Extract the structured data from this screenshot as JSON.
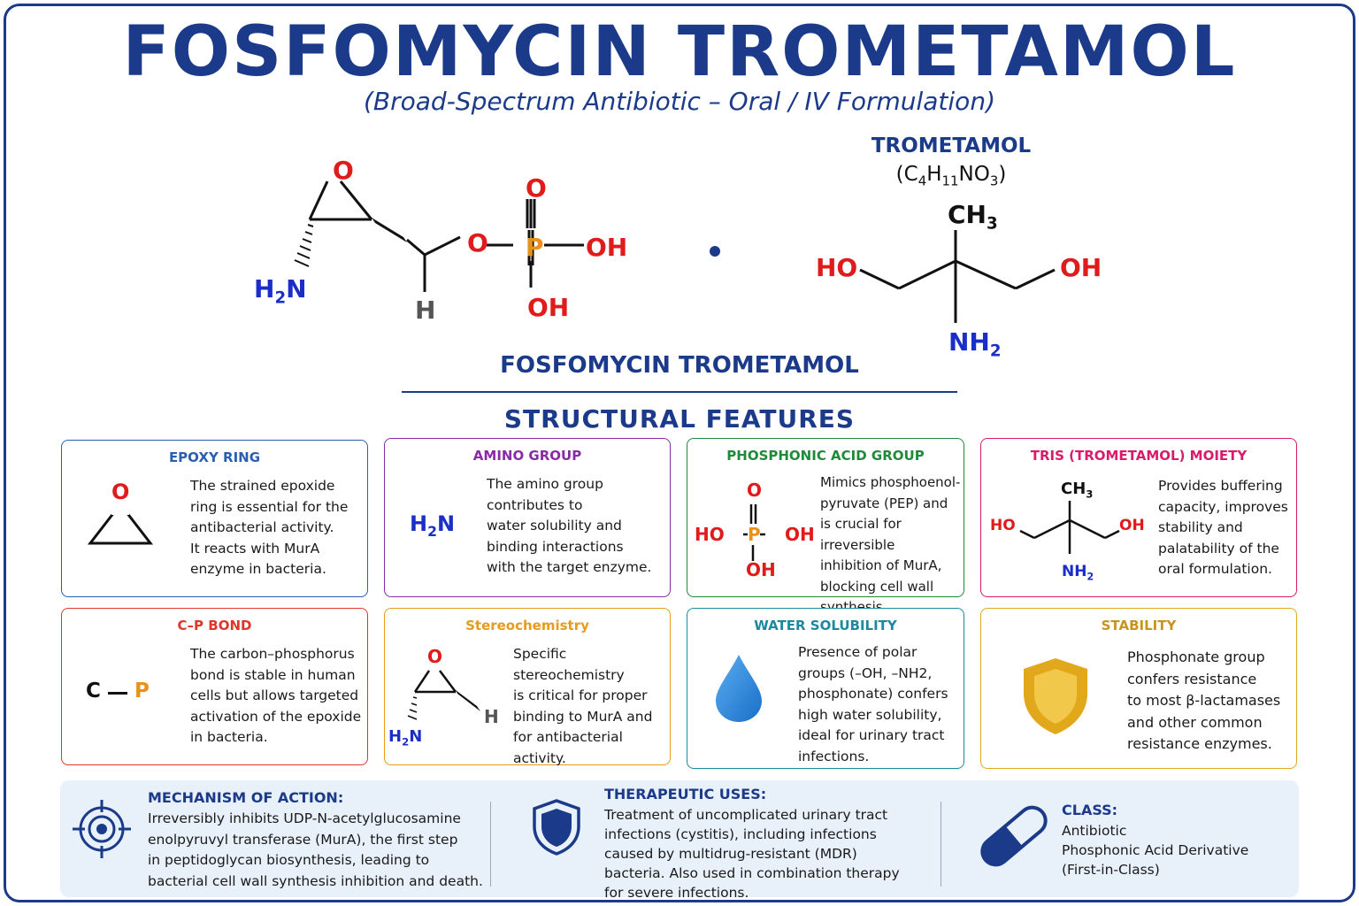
{
  "title": "FOSFOMYCIN TROMETAMOL",
  "subtitle": "(Broad-Spectrum Antibiotic – Oral / IV Formulation)",
  "fosfomycin": {
    "atoms": {
      "o_ring": "O",
      "h2n": "H2N",
      "h": "H",
      "o_link": "O",
      "p": "P",
      "o_top": "O",
      "oh_right": "OH",
      "oh_bottom": "OH"
    }
  },
  "trometamol": {
    "title": "TROMETAMOL",
    "formula": "(C4H11NO3)",
    "atoms": {
      "ch3": "CH3",
      "ho_left": "HO",
      "oh_right": "OH",
      "nh2": "NH2"
    }
  },
  "molecule_caption": "FOSFOMYCIN TROMETAMOL",
  "structural_title": "STRUCTURAL FEATURES",
  "colors": {
    "navy": "#1b3a8a",
    "red": "#e01b1b",
    "blue": "#1b2fc8",
    "orange": "#e8921a"
  },
  "cards": {
    "epoxy": {
      "title": "EPOXY RING",
      "text": "The strained epoxide\nring is essential for the\nantibacterial activity.\nIt reacts with MurA\nenzyme in bacteria.",
      "icon_atom": "O",
      "color": "#2a5fb0"
    },
    "amino": {
      "title": "AMINO GROUP",
      "text": "The amino group\ncontributes to\nwater solubility and\nbinding interactions\nwith the target enzyme.",
      "icon_atom": "H2N",
      "color": "#8a2aa8"
    },
    "phosphonic": {
      "title": "PHOSPHONIC ACID GROUP",
      "text": "Mimics phosphoenol-\npyruvate (PEP) and\nis crucial for irreversible\ninhibition of MurA,\nblocking cell wall\nsynthesis.",
      "icon_atoms": {
        "o": "O",
        "ho": "HO",
        "p": "P",
        "oh_r": "OH",
        "oh_b": "OH"
      },
      "color": "#1e8a3a"
    },
    "tris": {
      "title": "TRIS (TROMETAMOL) MOIETY",
      "text": "Provides buffering\ncapacity, improves\nstability and\npalatability of the\noral formulation.",
      "icon_atoms": {
        "ch3": "CH3",
        "ho": "HO",
        "oh": "OH",
        "nh2": "NH2"
      },
      "color": "#d81b6a"
    },
    "cp": {
      "title": "C–P BOND",
      "text": "The carbon–phosphorus\nbond is stable in human\ncells but allows targeted\nactivation of the epoxide\nin bacteria.",
      "icon_atoms": {
        "c": "C",
        "p": "P"
      },
      "color": "#e0352b"
    },
    "stereo": {
      "title": "Stereochemistry",
      "text": "Specific stereochemistry\nis critical for proper\nbinding to MurA and\nfor antibacterial\nactivity.",
      "icon_atoms": {
        "o": "O",
        "h": "H",
        "h2n": "H2N"
      },
      "color": "#e89a1a"
    },
    "water": {
      "title": "WATER SOLUBILITY",
      "text": "Presence of polar\ngroups (–OH, –NH2,\nphosphonate) confers\nhigh water solubility,\nideal for urinary tract\ninfections.",
      "icon": "water-drop-icon",
      "color": "#1a8aa0"
    },
    "stability": {
      "title": "STABILITY",
      "text": "Phosphonate group\nconfers resistance\nto most β-lactamases\nand other common\nresistance enzymes.",
      "icon": "shield-icon",
      "color": "#e0a81a"
    }
  },
  "bottom": {
    "mechanism": {
      "title": "MECHANISM OF ACTION:",
      "text": "Irreversibly inhibits UDP-N-acetylglucosamine\nenolpyruvyl transferase (MurA), the first step\nin peptidoglycan biosynthesis, leading to\nbacterial cell wall synthesis inhibition and death.",
      "icon": "target-icon"
    },
    "uses": {
      "title": "THERAPEUTIC USES:",
      "text": "Treatment of uncomplicated urinary tract\ninfections (cystitis), including infections\ncaused by multidrug-resistant (MDR)\nbacteria. Also used in combination therapy\nfor severe infections.",
      "icon": "shield-icon"
    },
    "class": {
      "title": "CLASS:",
      "text": "Antibiotic\nPhosphonic Acid Derivative\n(First-in-Class)",
      "icon": "capsule-icon"
    }
  }
}
